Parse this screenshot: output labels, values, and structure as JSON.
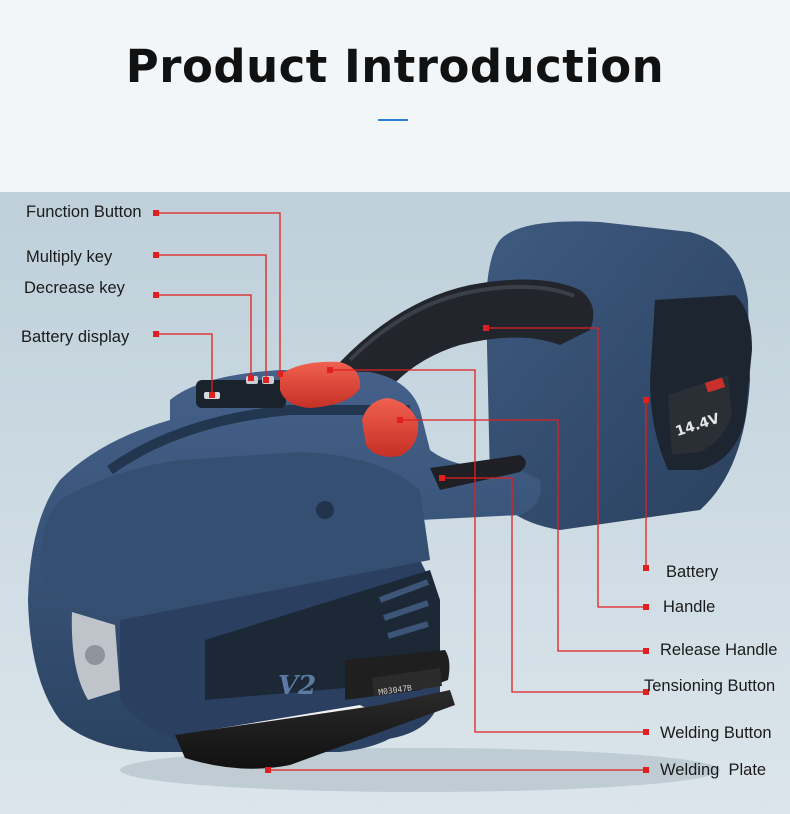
{
  "page": {
    "title": "Product Introduction"
  },
  "product": {
    "badge_model": "V2",
    "battery_voltage": "14.4V",
    "serial_plate": "M03047B"
  },
  "callouts": {
    "left": [
      {
        "id": "function-button",
        "label": "Function Button"
      },
      {
        "id": "multiply-key",
        "label": "Multiply key"
      },
      {
        "id": "decrease-key",
        "label": "Decrease key"
      },
      {
        "id": "battery-display",
        "label": "Battery display"
      }
    ],
    "right": [
      {
        "id": "battery",
        "label": "Battery"
      },
      {
        "id": "handle",
        "label": "Handle"
      },
      {
        "id": "release-handle",
        "label": "Release Handle"
      },
      {
        "id": "tensioning-button",
        "label": "Tensioning Button"
      },
      {
        "id": "welding-button",
        "label": "Welding Button"
      },
      {
        "id": "welding-plate",
        "label": "Welding  Plate"
      }
    ]
  },
  "colors": {
    "header_bg": "#f2f6f9",
    "accent_blue": "#2f7fd0",
    "callout_red": "#e02020",
    "tool_body_blue": "#304a6a",
    "tool_dark": "#1c2836",
    "button_red": "#e8483a"
  }
}
